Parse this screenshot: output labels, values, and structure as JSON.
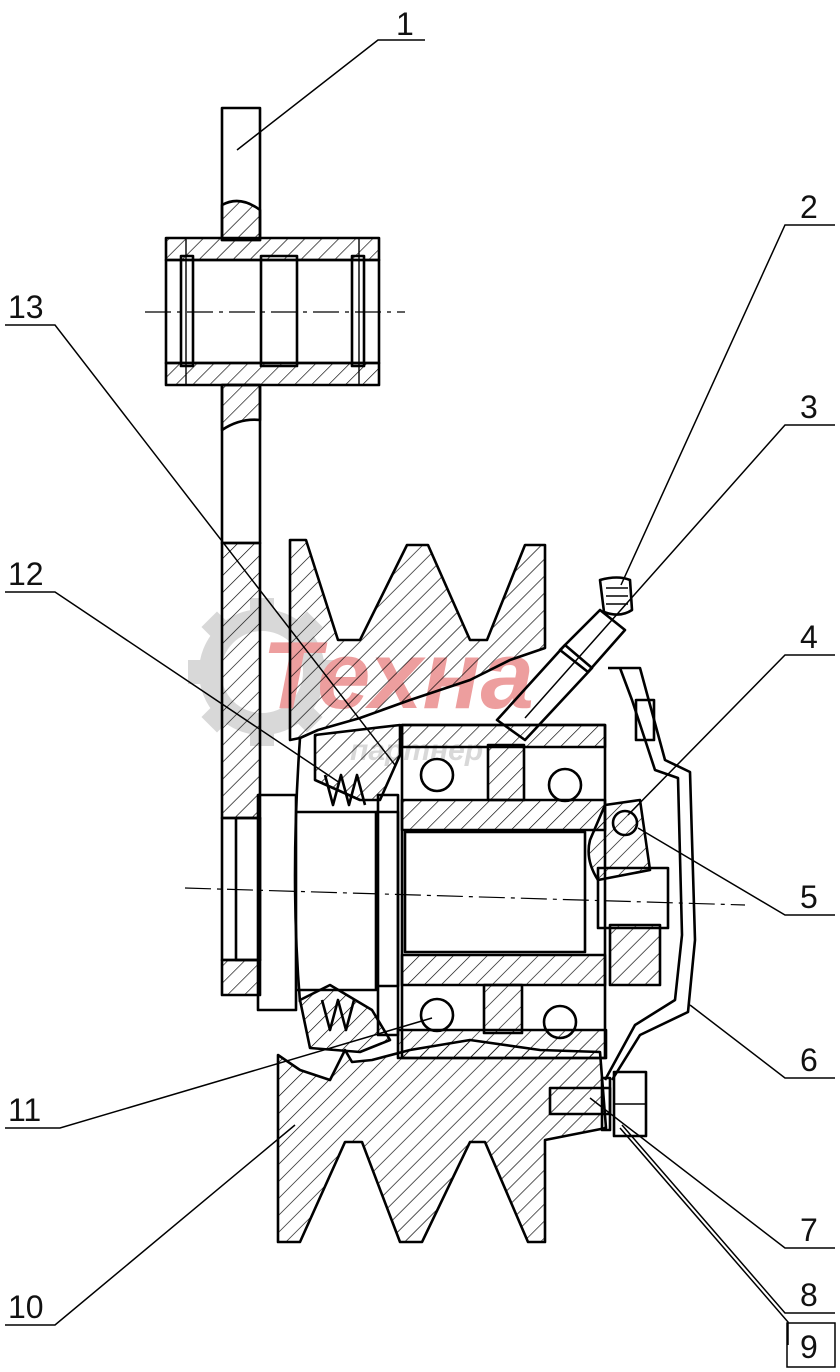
{
  "callouts": [
    {
      "id": "1",
      "label": "1"
    },
    {
      "id": "2",
      "label": "2"
    },
    {
      "id": "3",
      "label": "3"
    },
    {
      "id": "4",
      "label": "4"
    },
    {
      "id": "5",
      "label": "5"
    },
    {
      "id": "6",
      "label": "6"
    },
    {
      "id": "7",
      "label": "7"
    },
    {
      "id": "8",
      "label": "8"
    },
    {
      "id": "9",
      "label": "9"
    },
    {
      "id": "10",
      "label": "10"
    },
    {
      "id": "11",
      "label": "11"
    },
    {
      "id": "12",
      "label": "12"
    },
    {
      "id": "13",
      "label": "13"
    }
  ],
  "watermark": {
    "brand": "Техна",
    "sub": "партнер",
    "color": "#e05050",
    "gear_color": "#b9b9b9"
  },
  "colors": {
    "line": "#000000",
    "background": "#ffffff"
  }
}
